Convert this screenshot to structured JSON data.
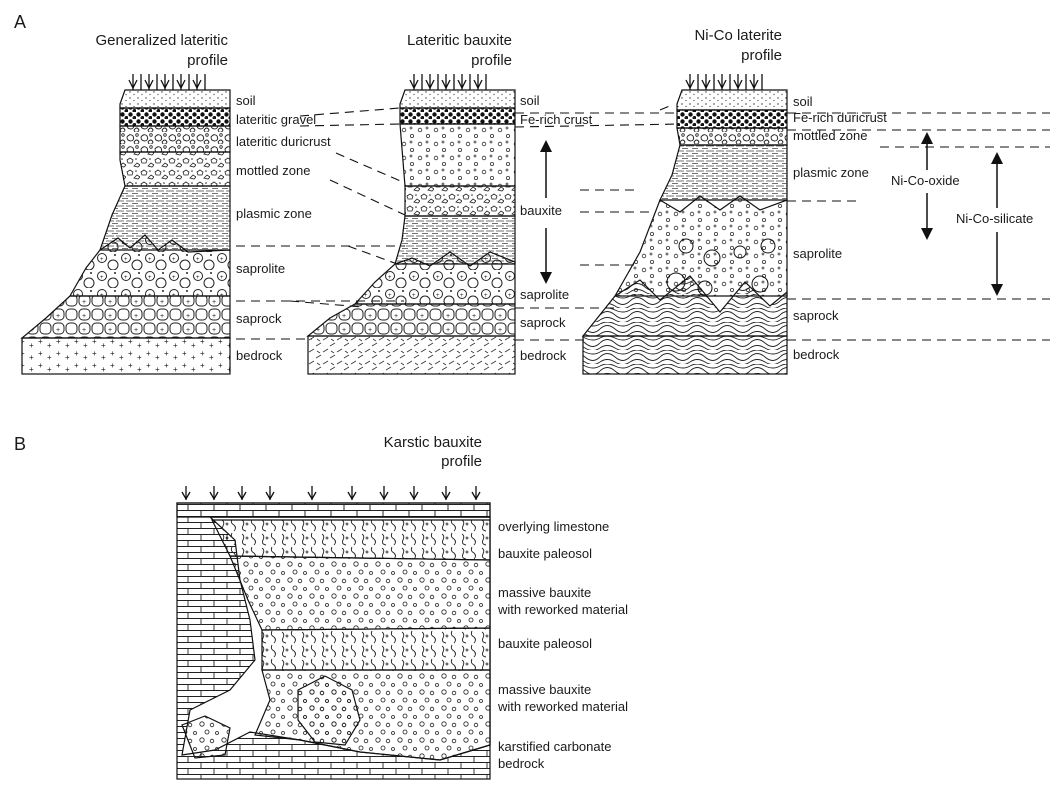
{
  "panels": {
    "a": "A",
    "b": "B"
  },
  "titles": {
    "general": [
      "Generalized lateritic",
      "profile"
    ],
    "bauxite": [
      "Lateritic bauxite",
      "profile"
    ],
    "nico": [
      "Ni-Co laterite",
      "profile"
    ],
    "karst": [
      "Karstic bauxite",
      "profile"
    ]
  },
  "general_labels": [
    "soil",
    "lateritic gravel",
    "lateritic duricrust",
    "mottled zone",
    "plasmic zone",
    "saprolite",
    "saprock",
    "bedrock"
  ],
  "bauxite_labels": {
    "soil": "soil",
    "crust": "Fe-rich crust",
    "bauxite": "bauxite",
    "saprolite": "saprolite",
    "saprock": "saprock",
    "bedrock": "bedrock"
  },
  "nico_labels": {
    "soil": "soil",
    "duricrust": "Fe-rich duricrust",
    "mottled": "mottled zone",
    "plasmic": "plasmic zone",
    "saprolite": "saprolite",
    "saprock": "saprock",
    "bedrock": "bedrock",
    "oxide": "Ni-Co-oxide",
    "silicate": "Ni-Co-silicate"
  },
  "karst_labels": {
    "limestone": "overlying limestone",
    "paleosol1": "bauxite paleosol",
    "massive1": [
      "massive bauxite",
      "with reworked material"
    ],
    "paleosol2": "bauxite paleosol",
    "massive2": [
      "massive bauxite",
      "with reworked material"
    ],
    "carbonate": [
      "karstified carbonate",
      "bedrock"
    ]
  }
}
